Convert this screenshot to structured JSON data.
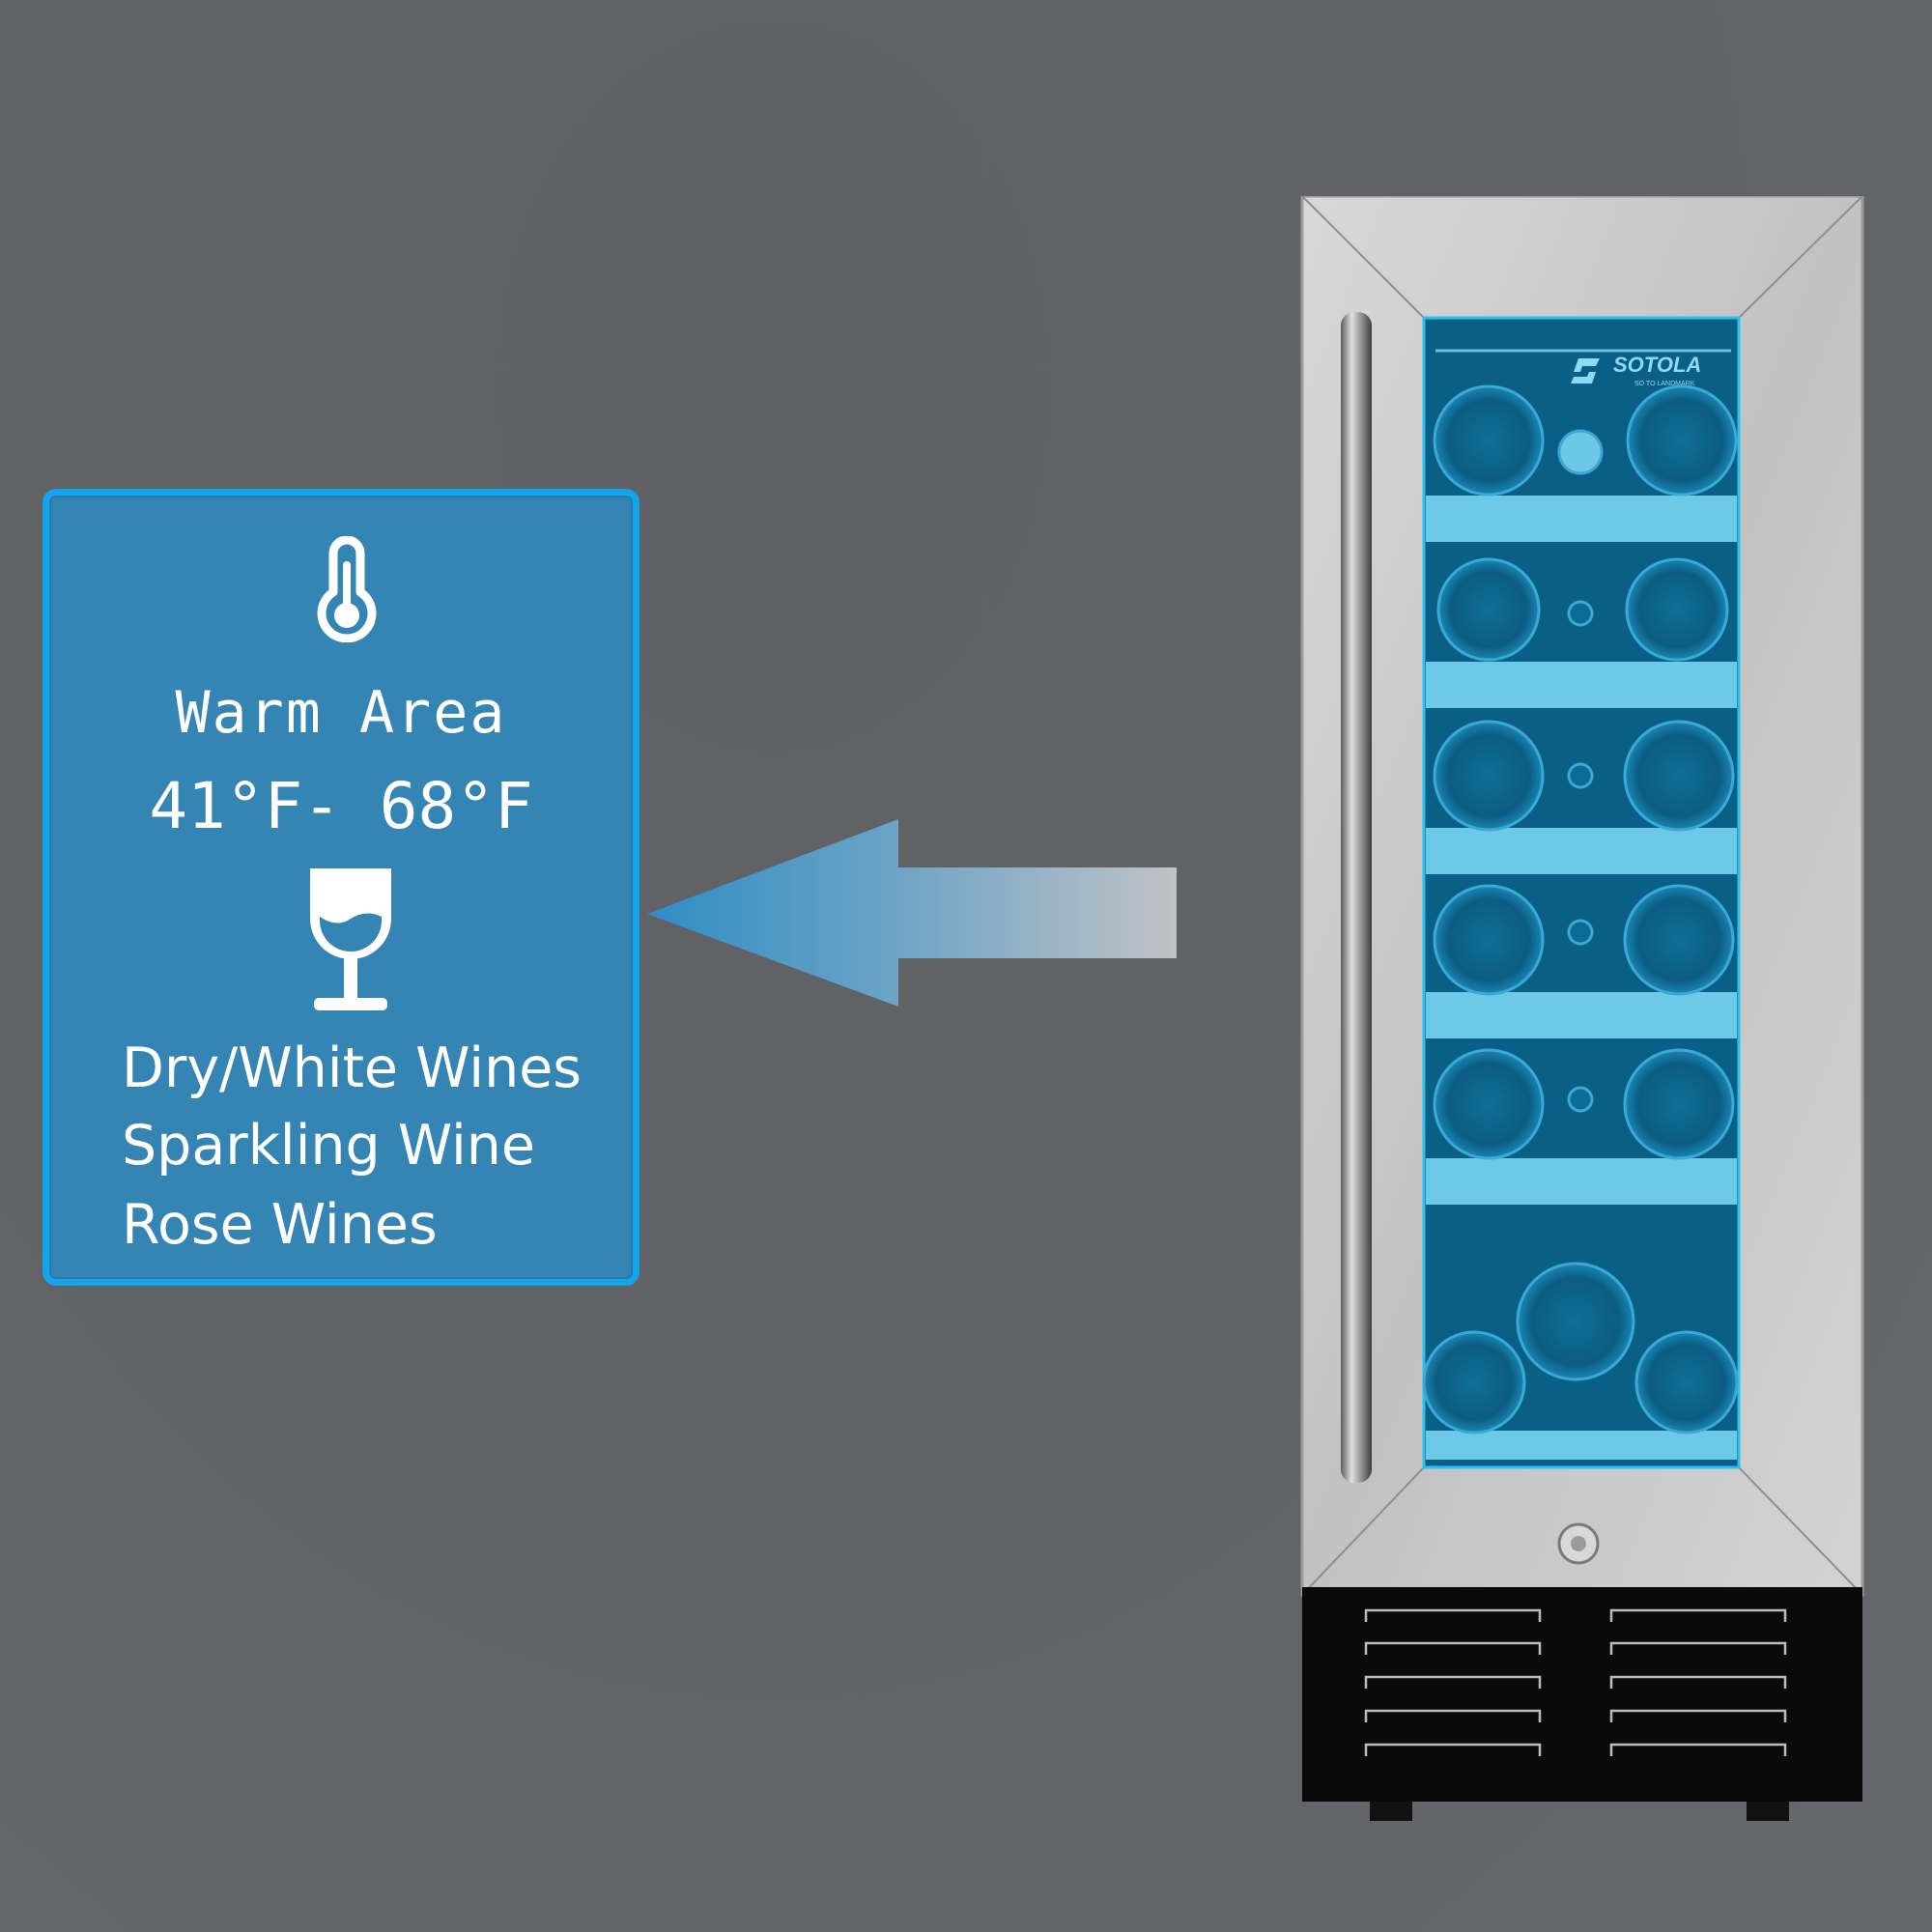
{
  "card": {
    "title": "Warm Area",
    "temperature_range": "41°F- 68°F",
    "wine_types": [
      "Dry/White Wines",
      "Sparkling Wine",
      "Rose  Wines"
    ]
  },
  "fridge": {
    "brand": "SOTOLA",
    "tagline": "SO TO LANDMARK"
  },
  "icons": {
    "thermometer": "thermometer-icon",
    "wine_glass": "wine-glass-icon",
    "arrow": "arrow-left-icon"
  },
  "colors": {
    "background": "#606266",
    "card_fill": "#3585b4",
    "card_border": "#12a4ec",
    "glass_blue": "#0a5f86",
    "led_blue": "#2cc0f0",
    "steel": "#c9c9c9"
  }
}
